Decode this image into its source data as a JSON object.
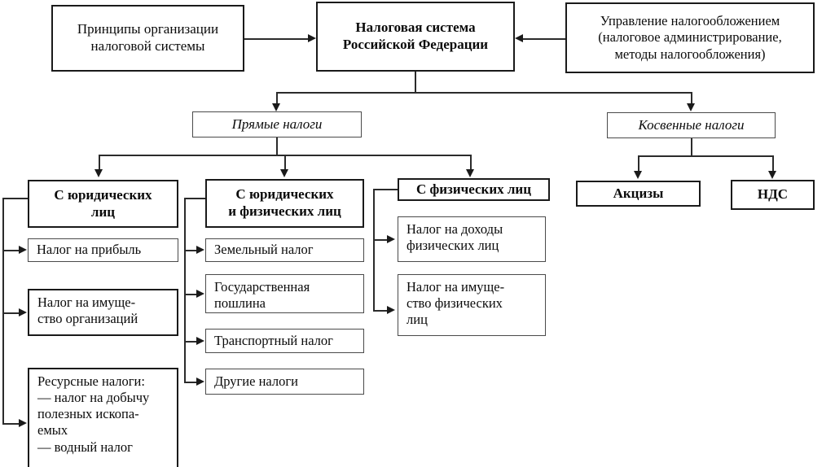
{
  "diagram": {
    "title_center": "Налоговая система\nРоссийской Федерации",
    "title_center_line1": "Налоговая система",
    "title_center_line2": "Российской Федерации",
    "left_top": "Принципы организации\nналоговой системы",
    "left_top_line1": "Принципы организации",
    "left_top_line2": "налоговой системы",
    "right_top_line1": "Управление налогообложением",
    "right_top_line2": "(налоговое администрирование,",
    "right_top_line3": "методы налогообложения)",
    "direct_taxes": "Прямые налоги",
    "indirect_taxes": "Косвенные налоги",
    "groups": [
      {
        "header_line1": "С юридических",
        "header_line2": "лиц",
        "items": [
          "Налог на прибыль",
          "Налог на имуще-\nство организаций",
          "Ресурсные налоги:\n— налог на добычу\nполезных ископа-\nемых\n— водный налог"
        ]
      },
      {
        "header_line1": "С юридических",
        "header_line2": "и физических лиц",
        "items": [
          "Земельный налог",
          "Государственная\nпошлина",
          "Транспортный налог",
          "Другие налоги"
        ]
      },
      {
        "header_line1": "С физических лиц",
        "header_line2": "",
        "items": [
          "Налог на доходы\nфизических лиц",
          "Налог на имуще-\nство физических\nлиц"
        ]
      }
    ],
    "indirect_items": [
      "Акцизы",
      "НДС"
    ],
    "colors": {
      "line": "#2b2b2b",
      "border": "#4a4a4a",
      "border_heavy": "#1a1a1a",
      "text": "#0a0a0a",
      "background": "#ffffff"
    }
  }
}
